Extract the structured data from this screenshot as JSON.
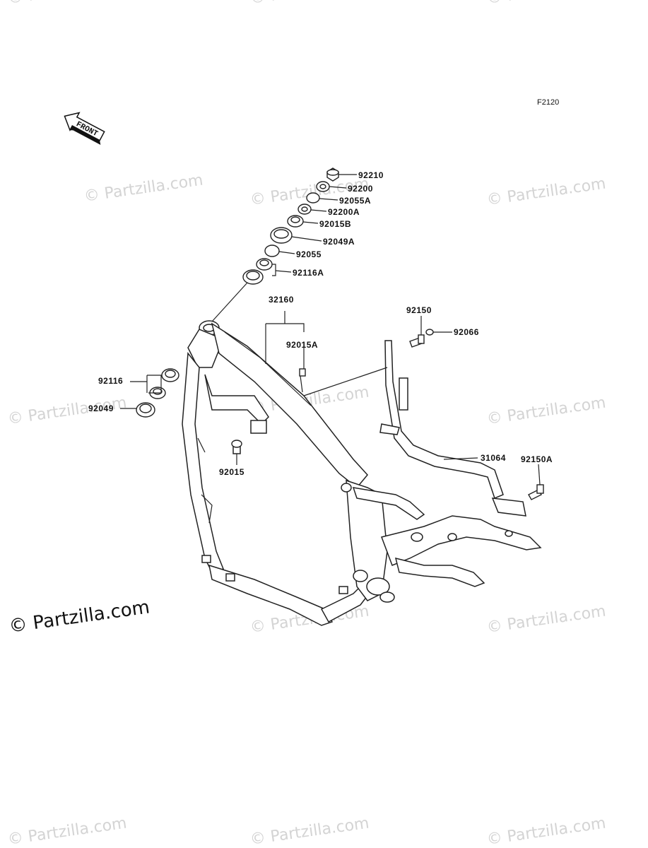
{
  "diagram_code": "F2120",
  "front_label": "FRONT",
  "watermark_text": "© Partzilla.com",
  "parts": {
    "p92210": "92210",
    "p92200": "92200",
    "p92055A": "92055A",
    "p92200A": "92200A",
    "p92015B": "92015B",
    "p92049A": "92049A",
    "p92055": "92055",
    "p92116A": "92116A",
    "p32160": "32160",
    "p92015A": "92015A",
    "p92116": "92116",
    "p92049": "92049",
    "p92015": "92015",
    "p92150": "92150",
    "p92066": "92066",
    "p31064": "31064",
    "p92150A": "92150A"
  }
}
